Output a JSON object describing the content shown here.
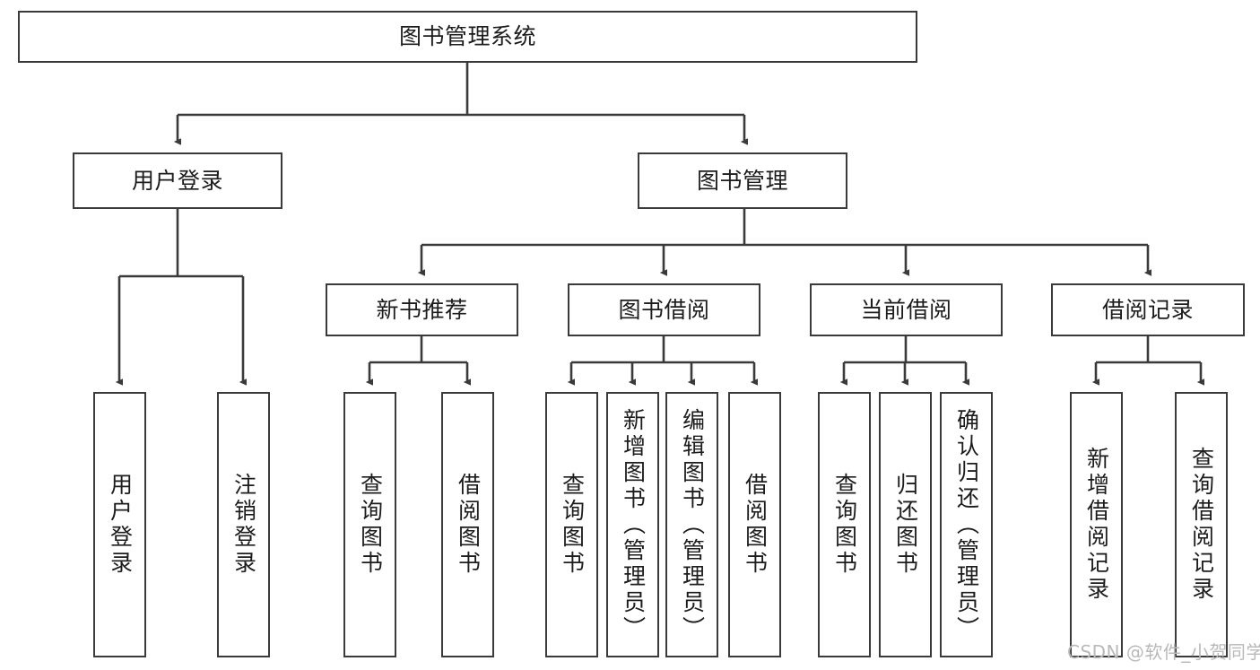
{
  "diagram": {
    "title": "图书管理系统",
    "type": "tree-hierarchy-diagram",
    "colors": {
      "box_border": "#3a3a3a",
      "box_fill": "#ffffff",
      "connector": "#3a3a3a",
      "text": "#1c1c1c",
      "watermark": "#b9b9b9",
      "background": "#ffffff"
    }
  },
  "watermark": {
    "text": "CSDN @软件_小贺同学"
  },
  "nodes": {
    "root": {
      "label": "图书管理系统"
    },
    "level1": [
      {
        "id": "user-login",
        "label": "用户登录"
      },
      {
        "id": "book-management",
        "label": "图书管理"
      }
    ],
    "level2": [
      {
        "id": "new-book-recommend",
        "label": "新书推荐"
      },
      {
        "id": "book-borrow",
        "label": "图书借阅"
      },
      {
        "id": "current-borrow",
        "label": "当前借阅"
      },
      {
        "id": "borrow-record",
        "label": "借阅记录"
      }
    ],
    "leaves": {
      "user_login": [
        {
          "id": "leaf-user-login",
          "label": "用户登录"
        },
        {
          "id": "leaf-logout-login",
          "label": "注销登录"
        }
      ],
      "new_book_recommend": [
        {
          "id": "leaf-query-book-1",
          "label": "查询图书"
        },
        {
          "id": "leaf-borrow-book-1",
          "label": "借阅图书"
        }
      ],
      "book_borrow": [
        {
          "id": "leaf-query-book-2",
          "label": "查询图书"
        },
        {
          "id": "leaf-add-book",
          "label": "新增图书（管理员）"
        },
        {
          "id": "leaf-edit-book",
          "label": "编辑图书（管理员）"
        },
        {
          "id": "leaf-borrow-book-2",
          "label": "借阅图书"
        }
      ],
      "current_borrow": [
        {
          "id": "leaf-query-book-3",
          "label": "查询图书"
        },
        {
          "id": "leaf-return-book",
          "label": "归还图书"
        },
        {
          "id": "leaf-confirm-return",
          "label": "确认归还（管理员）"
        }
      ],
      "borrow_record": [
        {
          "id": "leaf-add-record",
          "label": "新增借阅记录"
        },
        {
          "id": "leaf-query-record",
          "label": "查询借阅记录"
        }
      ]
    }
  }
}
